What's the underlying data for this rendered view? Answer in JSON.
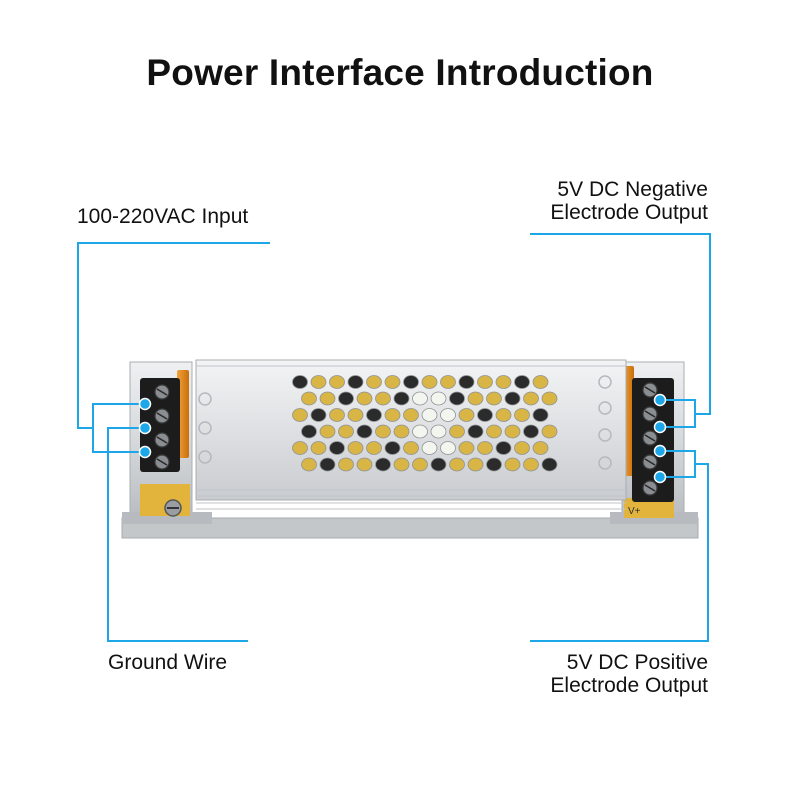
{
  "title": "Power Interface Introduction",
  "labels": {
    "ac_input": "100-220VAC Input",
    "ground": "Ground Wire",
    "dc_negative": [
      "5V DC Negative",
      "Electrode Output"
    ],
    "dc_positive": [
      "5V DC Positive",
      "Electrode Output"
    ]
  },
  "terminal_marks": {
    "output_plus": "V+"
  },
  "colors": {
    "leader_line": "#1ea7e8",
    "terminal_dot": "#1ea7e8",
    "housing": "#d6d8da",
    "terminal_block": "#1c1c1c",
    "pcb": "#e3b43c",
    "cover": "#e08a17"
  }
}
